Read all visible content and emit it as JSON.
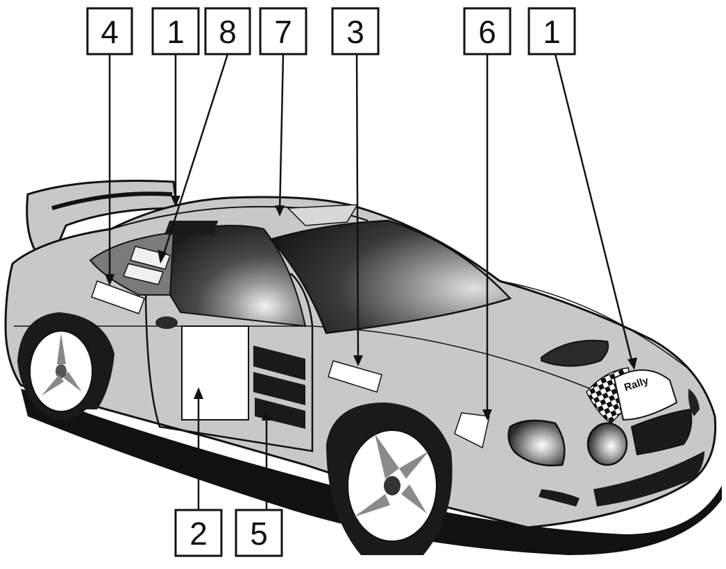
{
  "diagram": {
    "callouts": [
      {
        "id": "top-left-4",
        "label": "4"
      },
      {
        "id": "top-1a",
        "label": "1"
      },
      {
        "id": "top-8",
        "label": "8"
      },
      {
        "id": "top-7",
        "label": "7"
      },
      {
        "id": "top-3",
        "label": "3"
      },
      {
        "id": "top-6",
        "label": "6"
      },
      {
        "id": "top-1b",
        "label": "1"
      },
      {
        "id": "bottom-2",
        "label": "2"
      },
      {
        "id": "bottom-5",
        "label": "5"
      }
    ],
    "hood_badge_text": "Rally",
    "colors": {
      "body": "#c8c8c8",
      "outline": "#111111",
      "glass": "#2a2a2a",
      "decal": "#ffffff"
    }
  }
}
